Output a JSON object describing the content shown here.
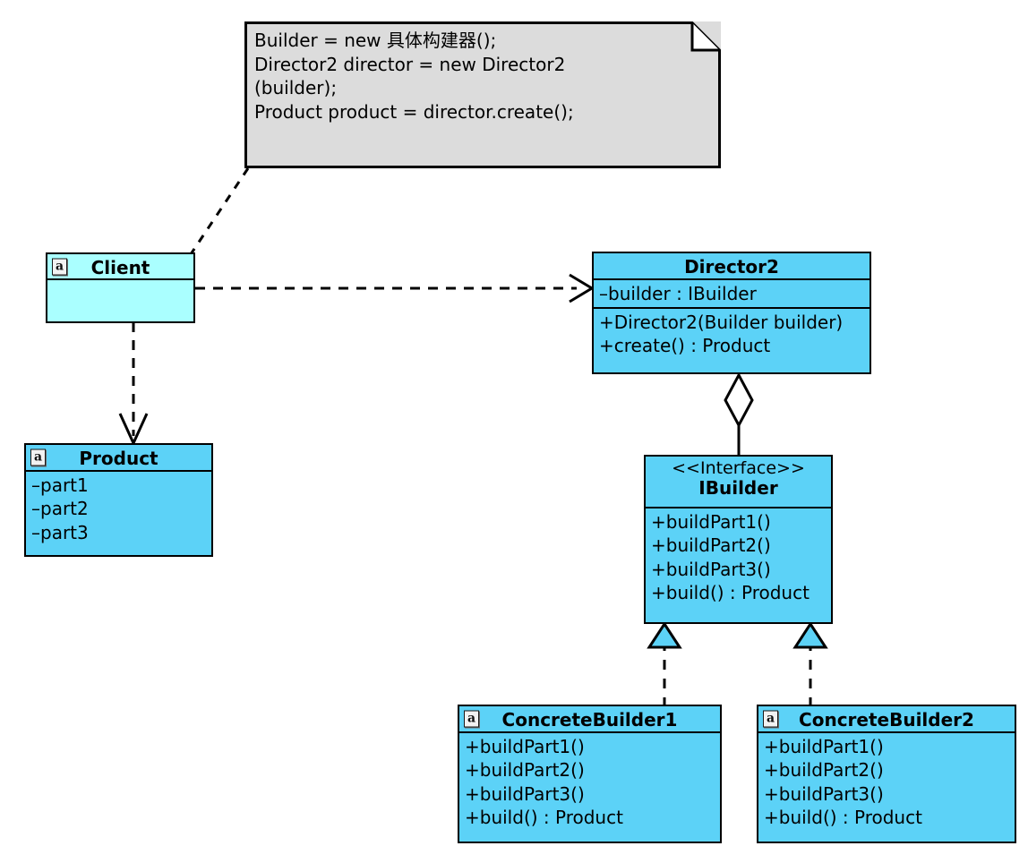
{
  "diagram": {
    "title": "Builder Pattern UML Class Diagram",
    "colors": {
      "class_fill": "#5CD2F7",
      "client_fill": "#AAFFFF",
      "note_fill": "#DCDCDC",
      "stroke": "#000000",
      "background": "#FFFFFF"
    }
  },
  "note": {
    "icon": "note-fold-icon",
    "text": "Builder = new 具体构建器();\nDirector2 director = new Director2\n(builder);\nProduct product = director.create();"
  },
  "classes": {
    "client": {
      "badge": "a",
      "name": "Client",
      "attributes": [],
      "operations": []
    },
    "product": {
      "badge": "a",
      "name": "Product",
      "attributes": [
        "–part1",
        "–part2",
        "–part3"
      ],
      "operations": []
    },
    "director2": {
      "badge": "",
      "name": "Director2",
      "attributes": [
        "–builder : IBuilder"
      ],
      "operations": [
        "+Director2(Builder builder)",
        "+create() : Product"
      ]
    },
    "ibuilder": {
      "stereotype": "<<Interface>>",
      "name": "IBuilder",
      "attributes": [],
      "operations": [
        "+buildPart1()",
        "+buildPart2()",
        "+buildPart3()",
        "+build() : Product"
      ]
    },
    "concrete_builder1": {
      "badge": "a",
      "name": "ConcreteBuilder1",
      "attributes": [],
      "operations": [
        "+buildPart1()",
        "+buildPart2()",
        "+buildPart3()",
        "+build() : Product"
      ]
    },
    "concrete_builder2": {
      "badge": "a",
      "name": "ConcreteBuilder2",
      "attributes": [],
      "operations": [
        "+buildPart1()",
        "+buildPart2()",
        "+buildPart3()",
        "+build() : Product"
      ]
    }
  },
  "relationships": [
    {
      "name": "note-anchor",
      "from": "note",
      "to": "client",
      "style": "dashed",
      "arrow": "none"
    },
    {
      "name": "client-uses-director2",
      "from": "client",
      "to": "director2",
      "style": "dashed",
      "arrow": "open"
    },
    {
      "name": "client-uses-product",
      "from": "client",
      "to": "product",
      "style": "dashed",
      "arrow": "open"
    },
    {
      "name": "director2-aggregates-ibuilder",
      "from": "director2",
      "to": "ibuilder",
      "style": "solid",
      "arrow": "hollow-diamond"
    },
    {
      "name": "concretebuilder1-realizes-ibuilder",
      "from": "concrete_builder1",
      "to": "ibuilder",
      "style": "dashed",
      "arrow": "hollow-triangle"
    },
    {
      "name": "concretebuilder2-realizes-ibuilder",
      "from": "concrete_builder2",
      "to": "ibuilder",
      "style": "dashed",
      "arrow": "hollow-triangle"
    }
  ]
}
